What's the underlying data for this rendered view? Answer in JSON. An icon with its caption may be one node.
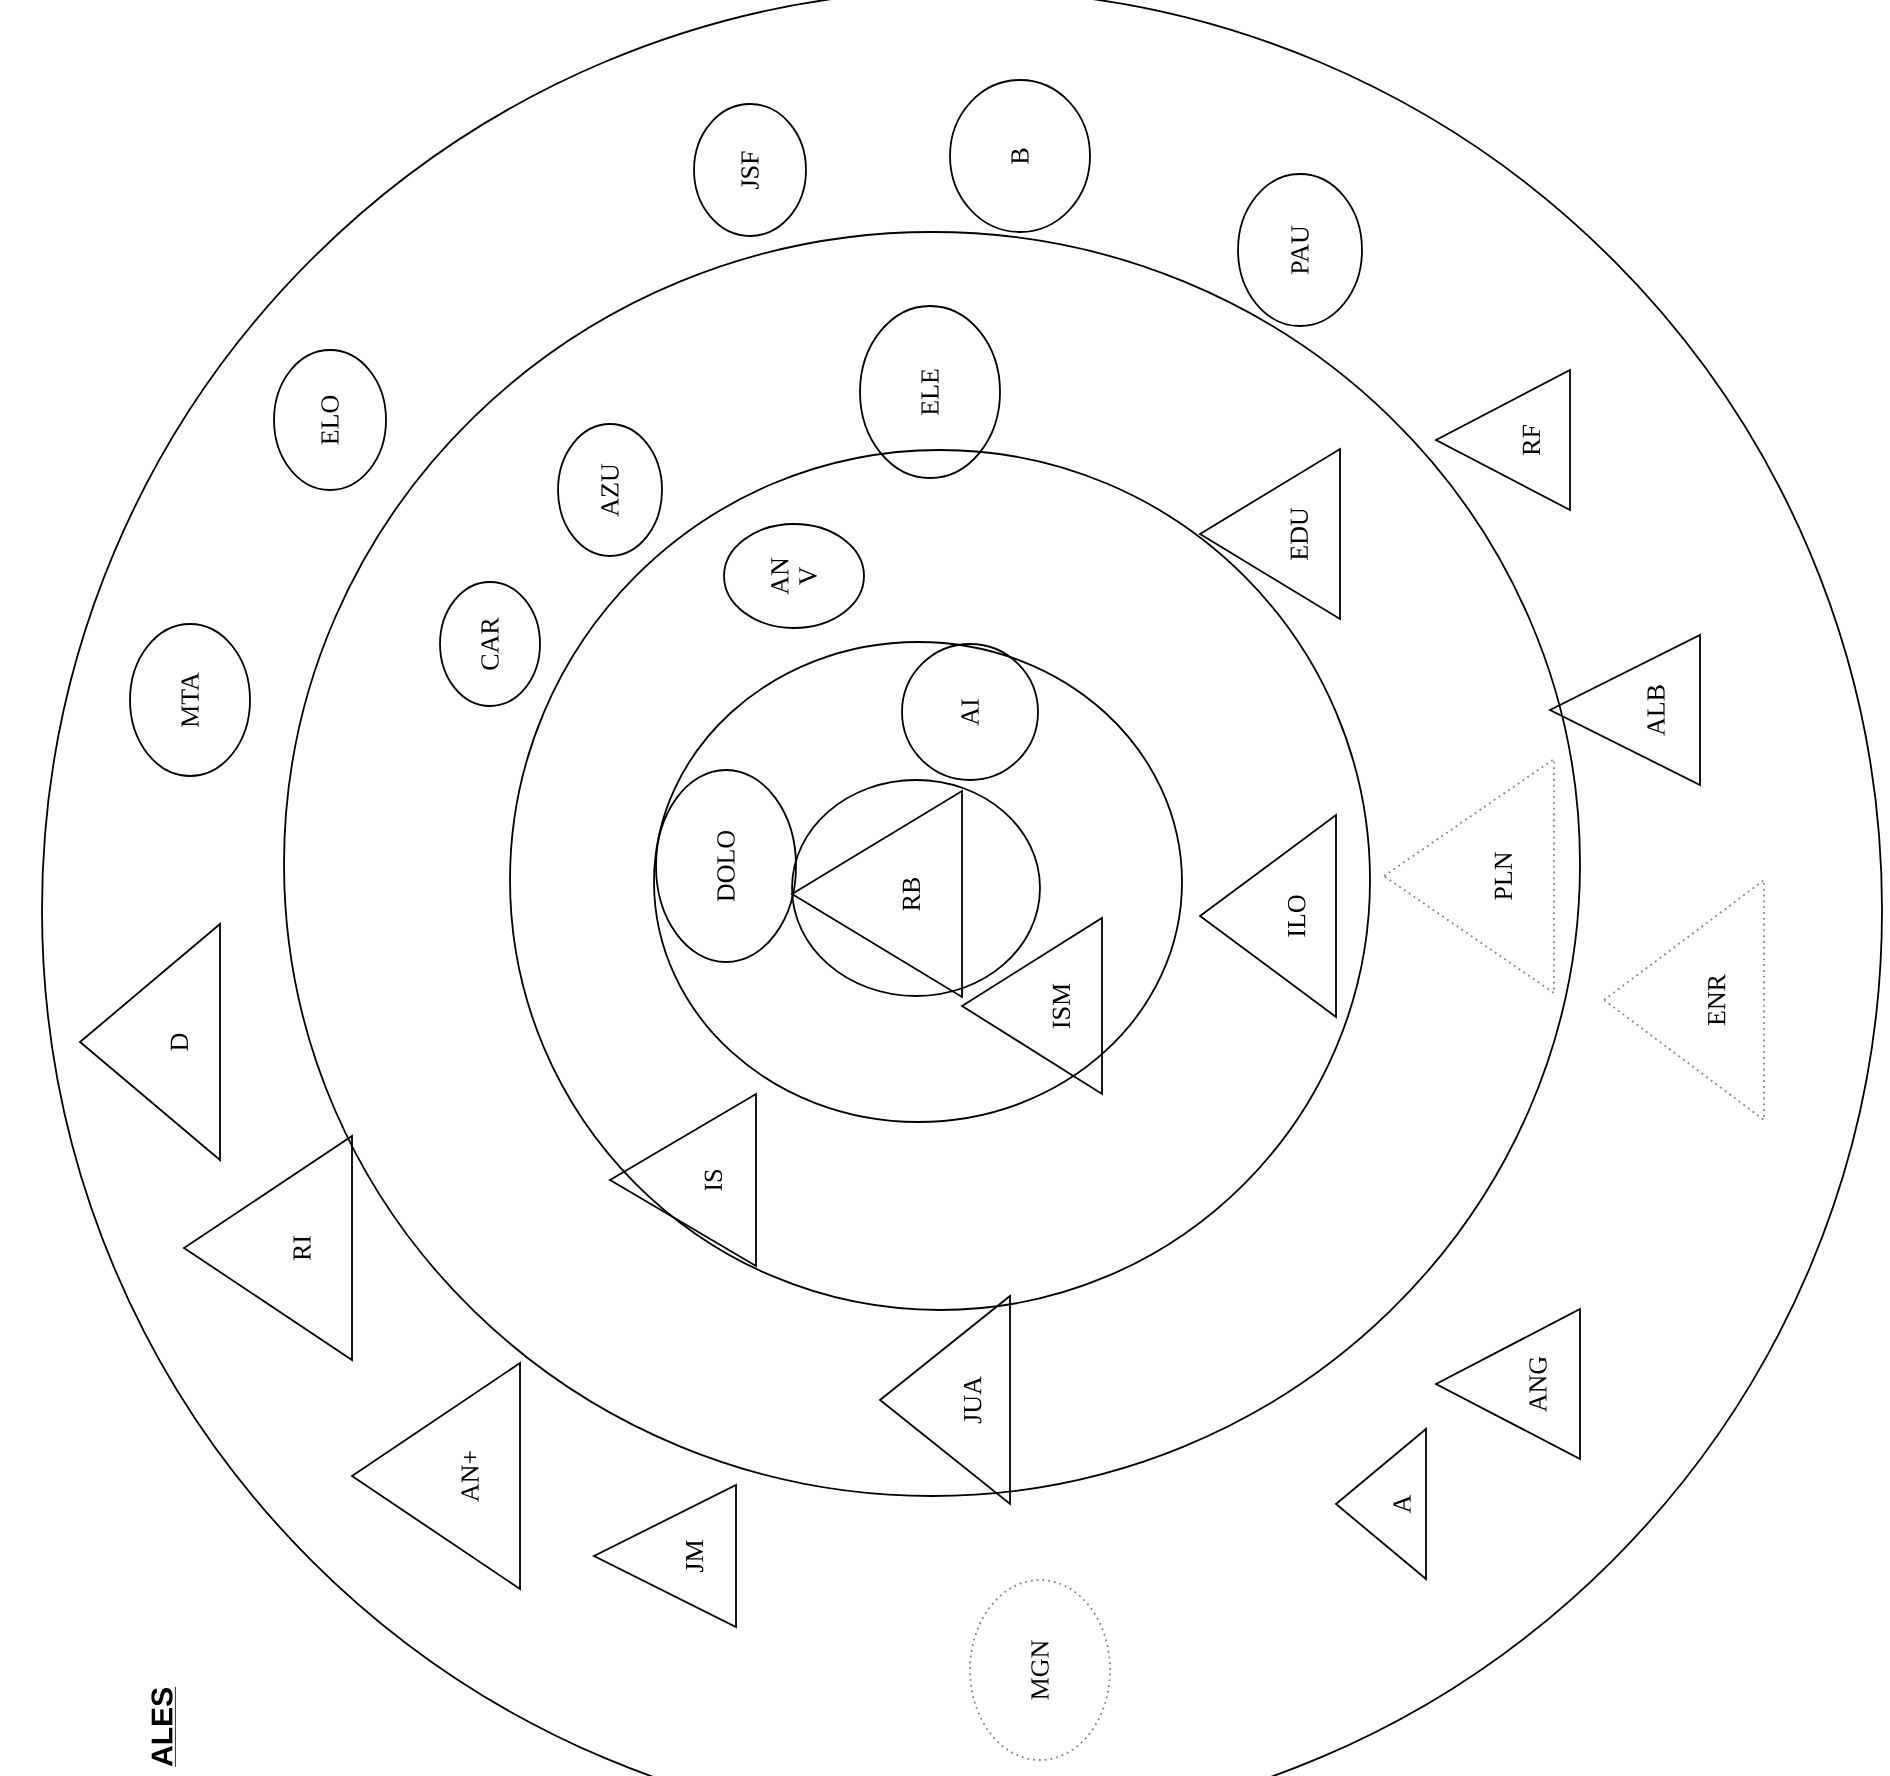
{
  "diagram": {
    "nodes": [
      {
        "text": [],
        "shape": "circle"
      },
      {
        "text": [],
        "shape": "circle",
        "in": 0
      },
      {
        "text": [],
        "shape": "circle",
        "in": 1
      },
      {
        "text": [],
        "shape": "circle",
        "in": 2
      },
      {
        "text": [],
        "shape": "circle",
        "in": 3
      },
      {
        "text": [
          "RB"
        ],
        "in": 4
      },
      {
        "text": [
          "DOLO"
        ],
        "in": 3
      },
      {
        "text": [
          "AI"
        ],
        "in": 3
      },
      {
        "text": [
          "ISM"
        ],
        "in": 3
      },
      {
        "text": [
          "AN V"
        ],
        "in": 2
      },
      {
        "text": [
          "ILO"
        ],
        "in": 2
      },
      {
        "text": [
          "IS"
        ],
        "in": 2
      },
      {
        "text": [
          "CAR"
        ],
        "in": 1
      },
      {
        "text": [
          "AZU"
        ],
        "in": 1
      },
      {
        "text": [
          "ELE"
        ],
        "in": 1
      },
      {
        "text": [
          "EDU"
        ],
        "in": 1
      },
      {
        "text": [
          "PLN"
        ],
        "in": 1
      },
      {
        "text": [
          "MTA"
        ],
        "in": 0
      },
      {
        "text": [
          "ELO"
        ],
        "in": 0
      },
      {
        "text": [
          "JSF"
        ],
        "in": 0
      },
      {
        "text": [
          "B"
        ],
        "in": 0
      },
      {
        "text": [
          "PAU"
        ],
        "in": 0
      },
      {
        "text": [
          "RF"
        ],
        "in": 0
      },
      {
        "text": [
          "ALB"
        ],
        "in": 0
      },
      {
        "text": [
          "ENR"
        ],
        "in": 0
      },
      {
        "text": [
          "ANG"
        ],
        "in": 0
      },
      {
        "text": [
          "A"
        ],
        "in": 0
      },
      {
        "text": [
          "MGN"
        ],
        "in": 0
      },
      {
        "text": [
          "JM"
        ],
        "in": 0
      },
      {
        "text": [
          "AN+"
        ],
        "in": 0
      },
      {
        "text": [
          "RI"
        ],
        "in": 0
      },
      {
        "text": [
          "D"
        ],
        "in": 0
      },
      {
        "text": [
          "JUA"
        ],
        "in": 1
      }
    ],
    "labels": [
      "ALES"
    ]
  }
}
